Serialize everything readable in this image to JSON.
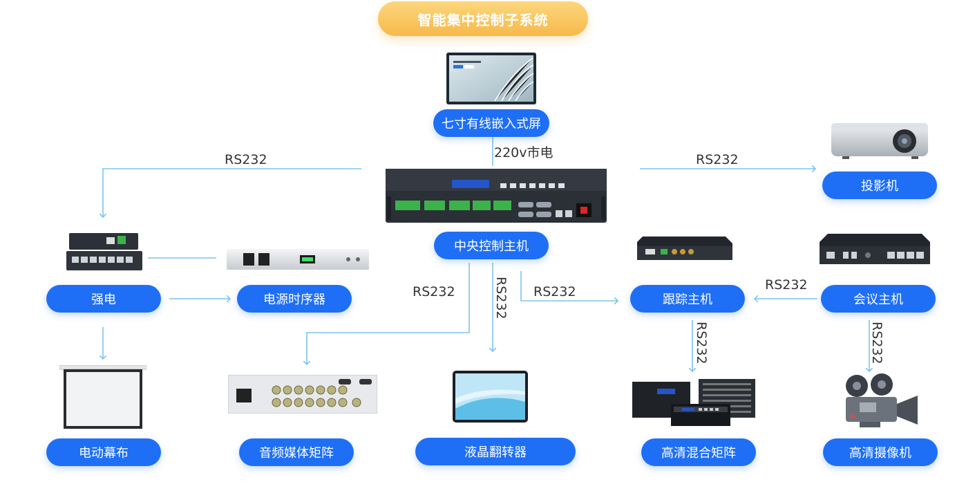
{
  "title": "智能集中控制子系统",
  "nodes": {
    "touch_screen": "七寸有线嵌入式屏",
    "central_host": "中央控制主机",
    "projector": "投影机",
    "strong_power": "强电",
    "power_sequencer": "电源时序器",
    "motor_screen": "电动幕布",
    "audio_matrix": "音频媒体矩阵",
    "lcd_flipper": "液晶翻转器",
    "tracking_host": "跟踪主机",
    "conference_host": "会议主机",
    "hd_mixed_matrix": "高清混合矩阵",
    "hd_camera": "高清摄像机"
  },
  "labels": {
    "power_line": "220v市电",
    "rs232_left": "RS232",
    "rs232_right": "RS232",
    "rs232_audio": "RS232",
    "rs232_lcd": "RS232",
    "rs232_tracking": "RS232",
    "rs232_conference": "RS232",
    "rs232_matrix": "RS232",
    "rs232_camera": "RS232"
  },
  "colors": {
    "node_blue": "#1e6ff5",
    "wire": "#7cc3ef",
    "title_gold": "#f7b94a"
  }
}
